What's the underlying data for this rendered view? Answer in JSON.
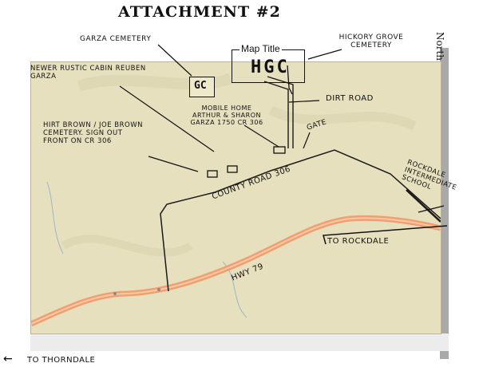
{
  "attachment_title": "Attachment #2",
  "map_title_label": "Map Title",
  "hgc_label": "HGC",
  "gc_label": "GC",
  "north_label": "North",
  "labels": {
    "garza_cemetery": "Garza Cemetery",
    "hickory_grove": "Hickory Grove Cemetery",
    "newer_cabin": "Newer Rustic Cabin Reuben Garza",
    "mobile_home": "Mobile Home Arthur & Sharon Garza 1750 CR 306",
    "dirt_road": "Dirt Road",
    "gate": "Gate",
    "hirt_brown": "Hirt Brown / Joe Brown Cemetery. Sign out front on CR 306",
    "county_road": "County Road 306",
    "rockdale_school": "Rockdale Intermediate School",
    "to_rockdale": "To Rockdale",
    "hwy": "Hwy 79",
    "to_thorndale": "To Thorndale"
  },
  "colors": {
    "map_bg": "#e6e0bf",
    "highway": "#f0a070",
    "ink": "#111111"
  },
  "icons": {
    "arrow_left": "←"
  }
}
